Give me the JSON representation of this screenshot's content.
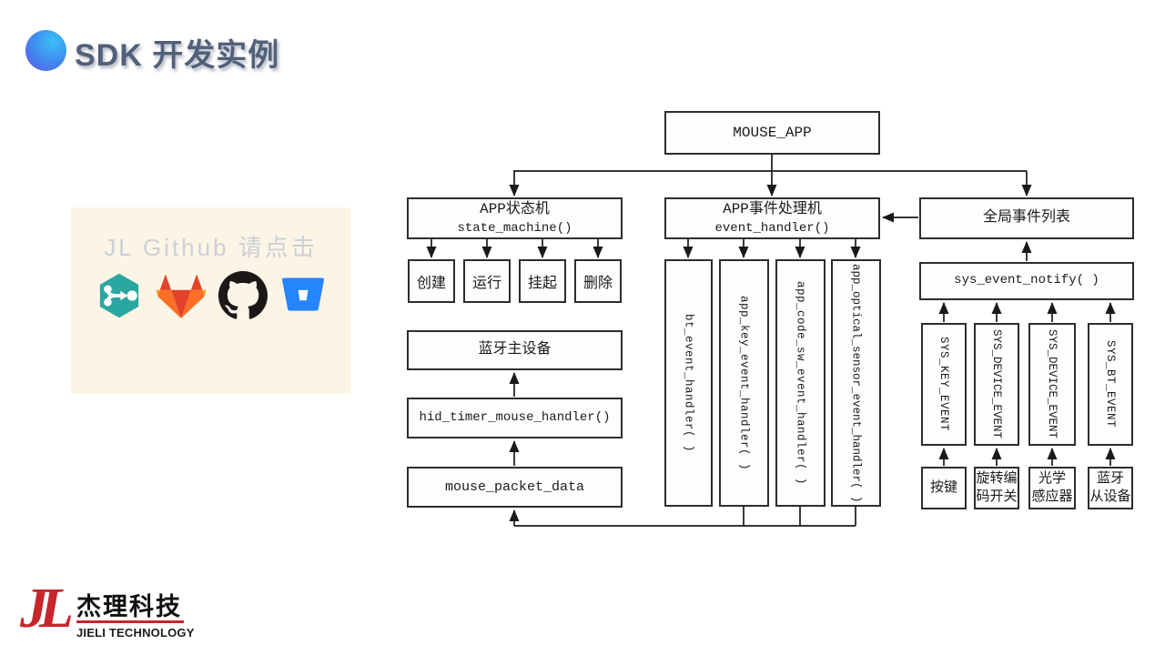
{
  "slide": {
    "title": "SDK 开发实例"
  },
  "github_panel": {
    "caption": "JL Github 请点击",
    "icons": [
      {
        "name": "git-branch-hexagon-icon",
        "color": "#2aa7a1"
      },
      {
        "name": "gitlab-icon",
        "colors": [
          "#e24329",
          "#fc6d26",
          "#fca326"
        ]
      },
      {
        "name": "github-icon",
        "color": "#1b1817"
      },
      {
        "name": "bitbucket-icon",
        "color": "#2684ff"
      }
    ],
    "bg_color": "#fcf5e6"
  },
  "diagram": {
    "mouse_app": "MOUSE_APP",
    "state_machine": {
      "title_cn": "APP状态机",
      "title_code": "state_machine()"
    },
    "states": [
      "创建",
      "运行",
      "挂起",
      "删除"
    ],
    "bt_master": "蓝牙主设备",
    "hid_timer": "hid_timer_mouse_handler()",
    "mouse_packet": "mouse_packet_data",
    "event_handler": {
      "title_cn": "APP事件处理机",
      "title_code": "event_handler()"
    },
    "handlers": [
      "bt_event_handler( )",
      "app_key_event_handler( )",
      "app_code_sw_event_handler( )",
      "app_optical_sensor_event_handler( )"
    ],
    "global_event_list": "全局事件列表",
    "sys_event_notify": "sys_event_notify( )",
    "sys_events": [
      "SYS_KEY_EVENT",
      "SYS_DEVICE_EVENT",
      "SYS_DEVICE_EVENT",
      "SYS_BT_EVENT"
    ],
    "devices": [
      "按键",
      "旋转编\n码开关",
      "光学\n感应器",
      "蓝牙\n从设备"
    ]
  },
  "footer": {
    "logo_mark": "JL",
    "company_cn": "杰理科技",
    "company_en": "JIELI TECHNOLOGY",
    "accent_color": "#c9252c"
  }
}
